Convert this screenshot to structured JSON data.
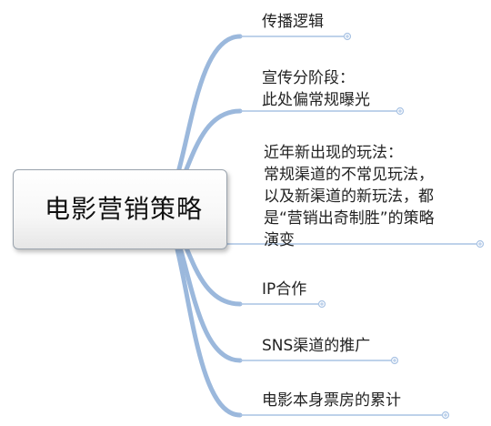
{
  "central_topic": "电影营销策略",
  "subtopics": [
    {
      "lines": [
        "传播逻辑"
      ]
    },
    {
      "lines": [
        "宣传分阶段：",
        "此处偏常规曝光"
      ]
    },
    {
      "lines": [
        "近年新出现的玩法：",
        "常规渠道的不常见玩法，",
        "以及新渠道的新玩法，都",
        "是“营销出奇制胜”的策略",
        "演变"
      ]
    },
    {
      "lines": [
        "IP合作"
      ]
    },
    {
      "lines": [
        "SNS渠道的推广"
      ]
    },
    {
      "lines": [
        "电影本身票房的累计"
      ]
    }
  ],
  "colors": {
    "branch": "#9bb8dc",
    "underline": "#a9c3e4",
    "central_border": "#9aa3ad",
    "text": "#222222"
  }
}
